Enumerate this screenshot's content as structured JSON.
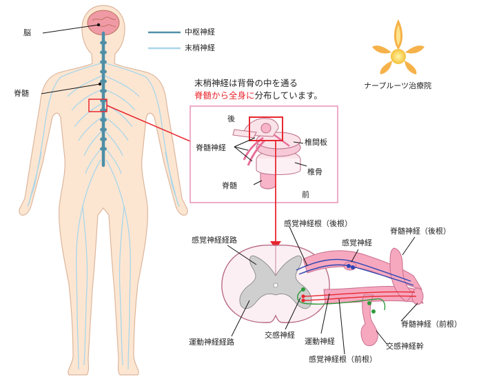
{
  "legend": {
    "central": {
      "label": "中枢神経",
      "color": "#4f8fa6"
    },
    "peripheral": {
      "label": "末梢神経",
      "color": "#a8d6ea"
    }
  },
  "body_labels": {
    "brain": "脳",
    "spinal_cord": "脊髄"
  },
  "clinic": {
    "name": "ナープルーツ治療院"
  },
  "caption": {
    "line1": "末梢神経は背骨の中を通る",
    "line2_red": "脊髄から全身に",
    "line2_rest": "分布しています。"
  },
  "vertebra_box": {
    "back": "後",
    "front": "前",
    "spinal_nerve": "脊髄神経",
    "disc": "椎間板",
    "vertebra": "椎骨",
    "cord": "脊髄"
  },
  "cross_section": {
    "sensory_tract": "感覚神経経路",
    "motor_tract": "運動神経経路",
    "sympathetic": "交感神経",
    "motor_nerve": "運動神経",
    "dorsal_root": "感覚神経根（後根）",
    "sensory_nerve": "感覚神経",
    "spinal_nerve_dorsal": "脊髄神経（後根）",
    "spinal_nerve_ventral": "脊髄神経（前根）",
    "sympathetic_trunk": "交感神経幹",
    "ventral_root": "感覚神経根（前根）"
  },
  "colors": {
    "skin": "#fce6d2",
    "skin_stroke": "#dcb59b",
    "accent_red": "#e8262e",
    "box_pink": "#e88fb5",
    "nerve_pink": "#ef86a6",
    "blue_fiber": "#2a45b4",
    "green_fiber": "#2f9a3a"
  }
}
